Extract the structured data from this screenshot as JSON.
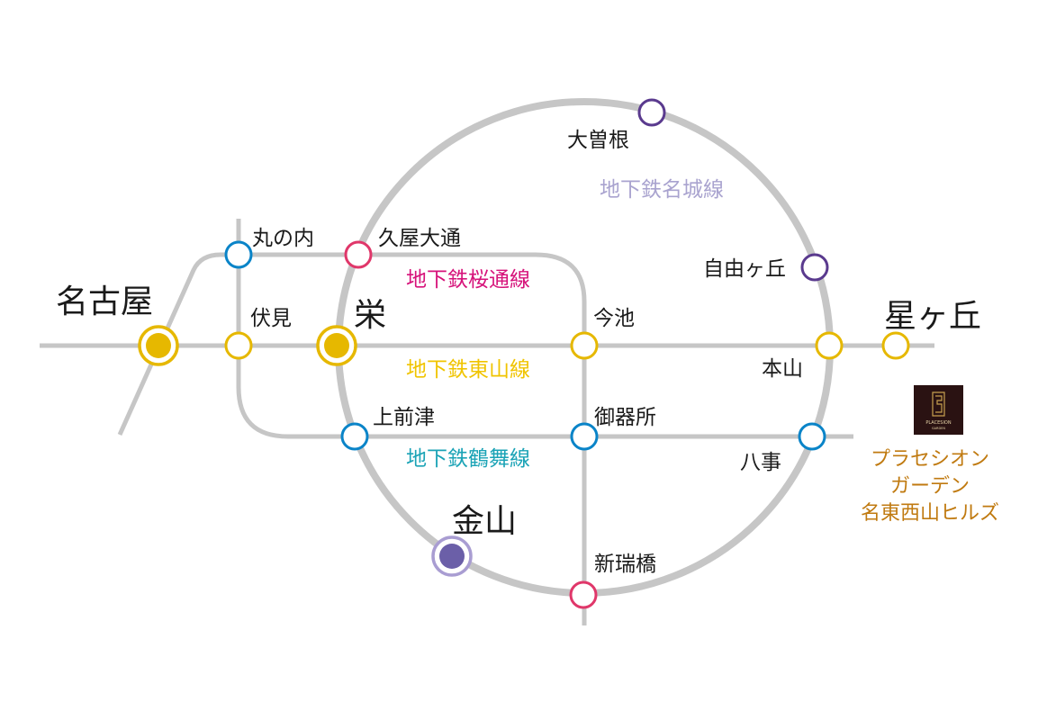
{
  "colors": {
    "track": "#c6c6c6",
    "higashiyama": "#e6b800",
    "tsurumai": "#0a84c8",
    "sakura": "#e0376a",
    "meijo": "#5a3a8e",
    "kanayama_fill": "#6b5fa8",
    "kanayama_ring": "#a99dd2",
    "property_text": "#c07a10"
  },
  "lines": {
    "meijo": {
      "label": "地下鉄名城線",
      "color": "#a9a3cf"
    },
    "sakura": {
      "label": "地下鉄桜通線",
      "color": "#d6127a"
    },
    "higashiyama": {
      "label": "地下鉄東山線",
      "color": "#f0c400"
    },
    "tsurumai": {
      "label": "地下鉄鶴舞線",
      "color": "#1ba3b6"
    }
  },
  "stations": {
    "nagoya": "名古屋",
    "fushimi": "伏見",
    "sakae": "栄",
    "marunouchi": "丸の内",
    "hisaya_odori": "久屋大通",
    "imaike": "今池",
    "motoyama": "本山",
    "hoshigaoka": "星ヶ丘",
    "ozone": "大曽根",
    "jiyugaoka": "自由ヶ丘",
    "kamimaezu": "上前津",
    "gokiso": "御器所",
    "yagoto": "八事",
    "kanayama": "金山",
    "aratamabashi": "新瑞橋"
  },
  "property": {
    "logo_text": "PLACESION",
    "logo_sub": "GARDEN",
    "name_lines": [
      "プラセシオン",
      "ガーデン",
      "名東西山ヒルズ"
    ]
  }
}
